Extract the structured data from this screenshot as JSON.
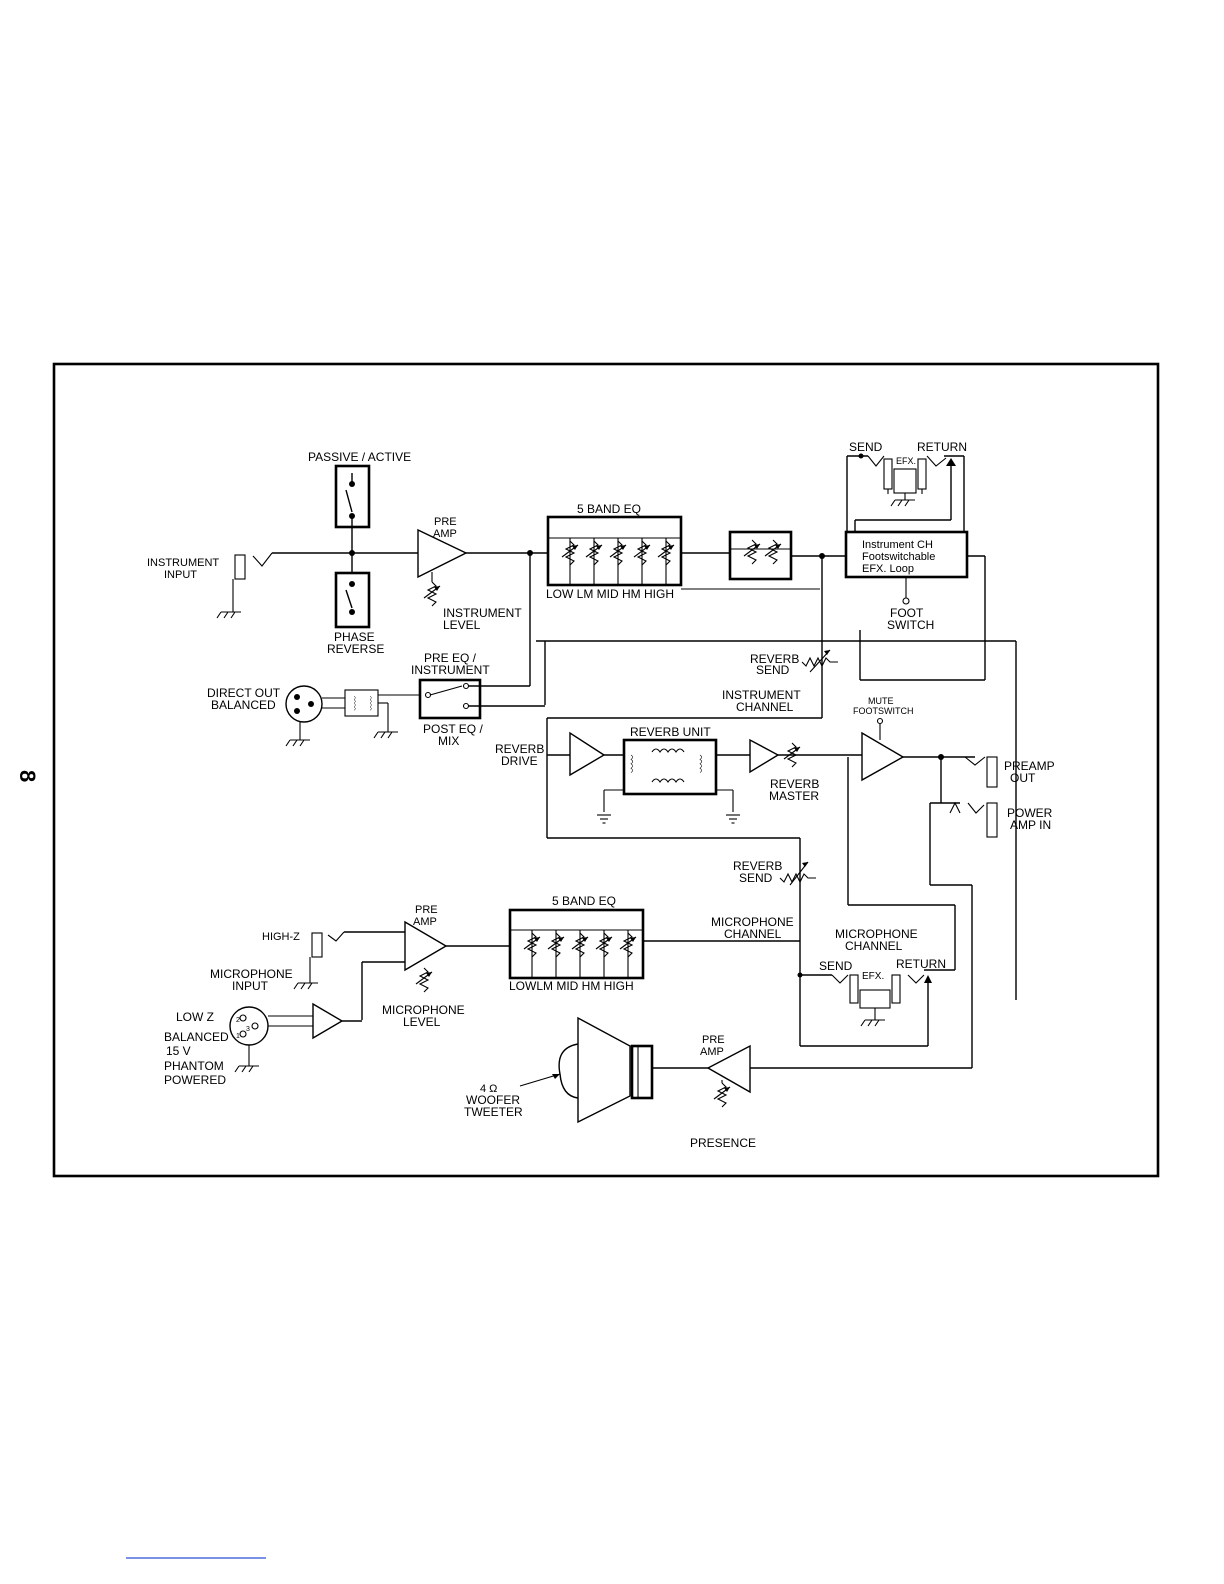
{
  "page": {
    "number": "8",
    "accent_color": "#000000",
    "link_underline_color": "#2a4fd6"
  },
  "labels": {
    "passive_active": "PASSIVE / ACTIVE",
    "pre_amp_pre": "PRE",
    "pre_amp_amp": "AMP",
    "eq_top": "5 BAND EQ",
    "eq_top_bands": "LOW LM MID HM HIGH",
    "send_top": "SEND",
    "return_top": "RETURN",
    "efx": "EFX.",
    "inst_ch_1": "Instrument CH",
    "inst_ch_2": "Footswitchable",
    "inst_ch_3": "EFX. Loop",
    "foot": "FOOT",
    "switch": "SWITCH",
    "instrument": "INSTRUMENT",
    "input": "INPUT",
    "level": "LEVEL",
    "phase": "PHASE",
    "reverse": "REVERSE",
    "pre_eq": "PRE EQ /",
    "post_eq": "POST EQ /",
    "mix": "MIX",
    "direct_out": "DIRECT OUT",
    "balanced": "BALANCED",
    "reverb": "REVERB",
    "send": "SEND",
    "channel": "CHANNEL",
    "mute": "MUTE",
    "footswitch": "FOOTSWITCH",
    "reverb_unit": "REVERB UNIT",
    "drive": "DRIVE",
    "master": "MASTER",
    "preamp": "PREAMP",
    "out": "OUT",
    "power": "POWER",
    "amp_in": "AMP IN",
    "eq_mic_bands": "LOWLM   MID  HM HIGH",
    "microphone": "MICROPHONE",
    "high_z": "HIGH-Z",
    "low_z": "LOW Z",
    "fifteen_v": "15 V",
    "phantom": "PHANTOM",
    "powered": "POWERED",
    "four_ohm": "4 Ω",
    "woofer": "WOOFER",
    "tweeter": "TWEETER",
    "presence": "PRESENCE",
    "pin_2": "2",
    "pin_3": "3",
    "pin_1": "1"
  }
}
